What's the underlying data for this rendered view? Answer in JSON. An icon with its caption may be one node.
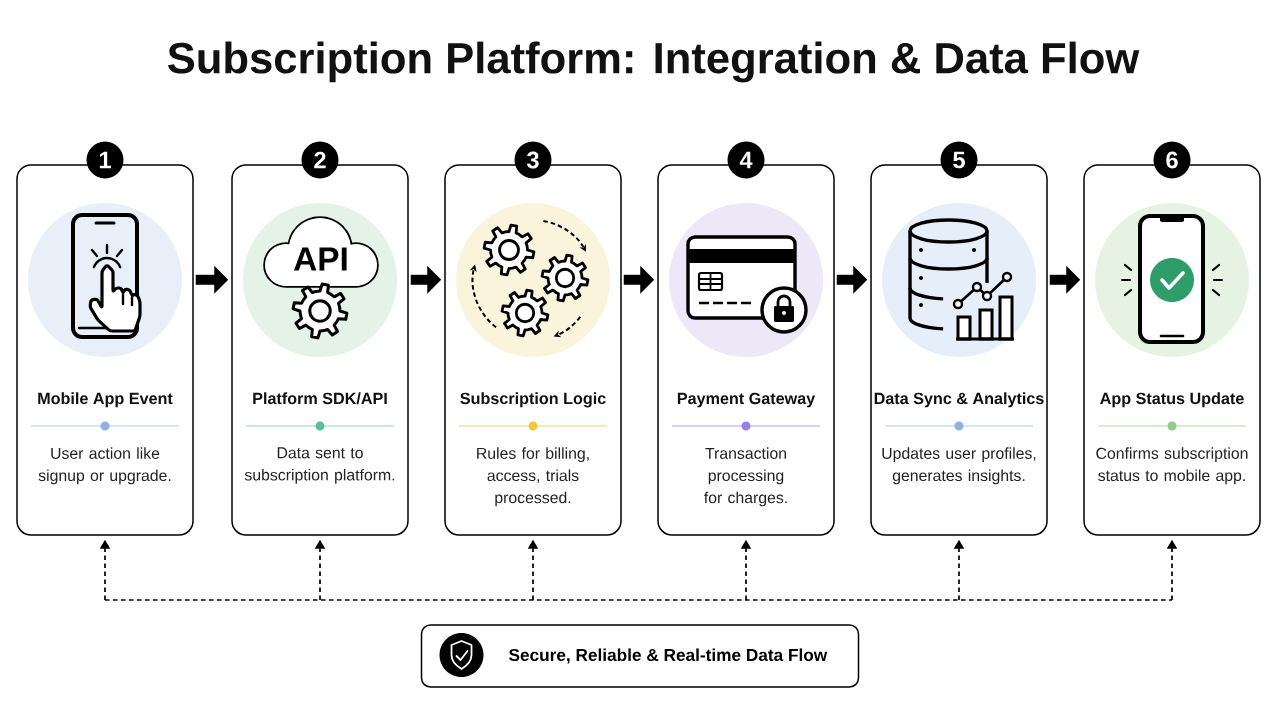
{
  "diagram": {
    "title": "Subscription Platform: Integration & Data Flow",
    "nodes": [
      {
        "text": [
          "1",
          "Mobile App Event",
          "User action like signup or upgrade."
        ]
      },
      {
        "text": [
          "2",
          "Platform SDK/API",
          "Data sent to subscription platform."
        ]
      },
      {
        "text": [
          "3",
          "Subscription Logic",
          "Rules for billing, access, trials processed."
        ]
      },
      {
        "text": [
          "4",
          "Payment Gateway",
          "Transaction processing for charges."
        ]
      },
      {
        "text": [
          "5",
          "Data Sync & Analytics",
          "Updates user profiles, generates insights."
        ]
      },
      {
        "text": [
          "6",
          "App Status Update",
          "Confirms subscription status to mobile app."
        ]
      },
      {
        "text": [
          "Secure, Reliable & Real-time Data Flow"
        ]
      }
    ],
    "edges": [
      {
        "from": 0,
        "to": 1,
        "arrow": "to",
        "style": "thick"
      },
      {
        "from": 1,
        "to": 2,
        "arrow": "to",
        "style": "thick"
      },
      {
        "from": 2,
        "to": 3,
        "arrow": "to",
        "style": "thick"
      },
      {
        "from": 3,
        "to": 4,
        "arrow": "to",
        "style": "thick"
      },
      {
        "from": 4,
        "to": 5,
        "arrow": "to",
        "style": "thick"
      },
      {
        "from": null,
        "to": 0,
        "arrow": "to",
        "style": "dashed"
      },
      {
        "from": null,
        "to": 1,
        "arrow": "to",
        "style": "dashed"
      },
      {
        "from": null,
        "to": 2,
        "arrow": "to",
        "style": "dashed"
      },
      {
        "from": null,
        "to": 3,
        "arrow": "to",
        "style": "dashed"
      },
      {
        "from": null,
        "to": 4,
        "arrow": "to",
        "style": "dashed"
      },
      {
        "from": null,
        "to": 5,
        "arrow": "to",
        "style": "dashed"
      }
    ],
    "labels": [
      "API"
    ]
  }
}
